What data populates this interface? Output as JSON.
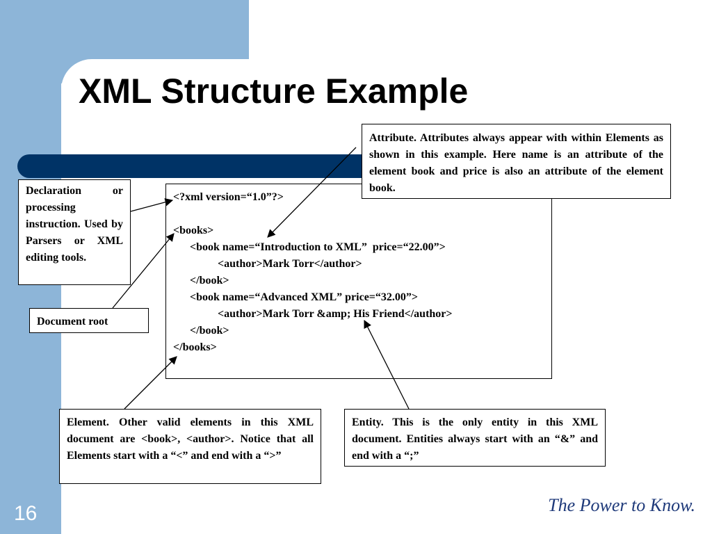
{
  "slide": {
    "title": "XML Structure Example",
    "page_number": "16",
    "footer_text": "The Power to Know."
  },
  "code": {
    "lines": [
      "<?xml version=“1.0”?>",
      "",
      "<books>",
      "<book name=“Introduction to XML”  price=“22.00”>",
      "<author>Mark Torr</author>",
      "</book>",
      "<book name=“Advanced XML” price=“32.00”>",
      "<author>Mark Torr &amp; His Friend</author>",
      "</book>",
      "</books>"
    ]
  },
  "callouts": {
    "declaration": "Declaration or processing instruction. Used by Parsers or XML editing tools.",
    "document_root": "Document root",
    "attribute": "Attribute. Attributes always appear with within Elements as shown in this example. Here name is an attribute of the element book  and price is also an attribute of the element book.",
    "element": "Element. Other valid elements in this XML document are <book>, <author>. Notice that all Elements start with a “<” and end with a “>”",
    "entity": "Entity. This is the only entity in this XML document. Entities always start with an “&” and end with a “;”"
  },
  "colors": {
    "side_blue": "#8db5d8",
    "bar_navy": "#003366",
    "footer_blue": "#1f3a7a"
  }
}
